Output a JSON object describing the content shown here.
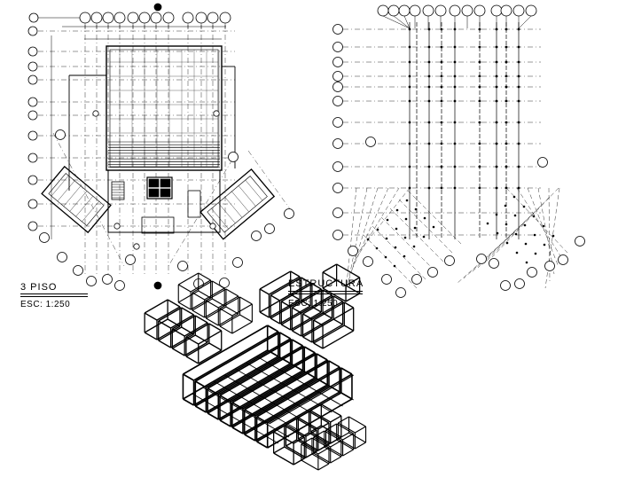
{
  "sheet": {
    "floor_plan": {
      "title": "3 PISO",
      "scale": "ESC: 1:250"
    },
    "structure_plan": {
      "title": "ESTRUCTURA",
      "scale": "ESC: 1:250"
    }
  },
  "colors": {
    "ink": "#000000",
    "paper": "#ffffff"
  }
}
